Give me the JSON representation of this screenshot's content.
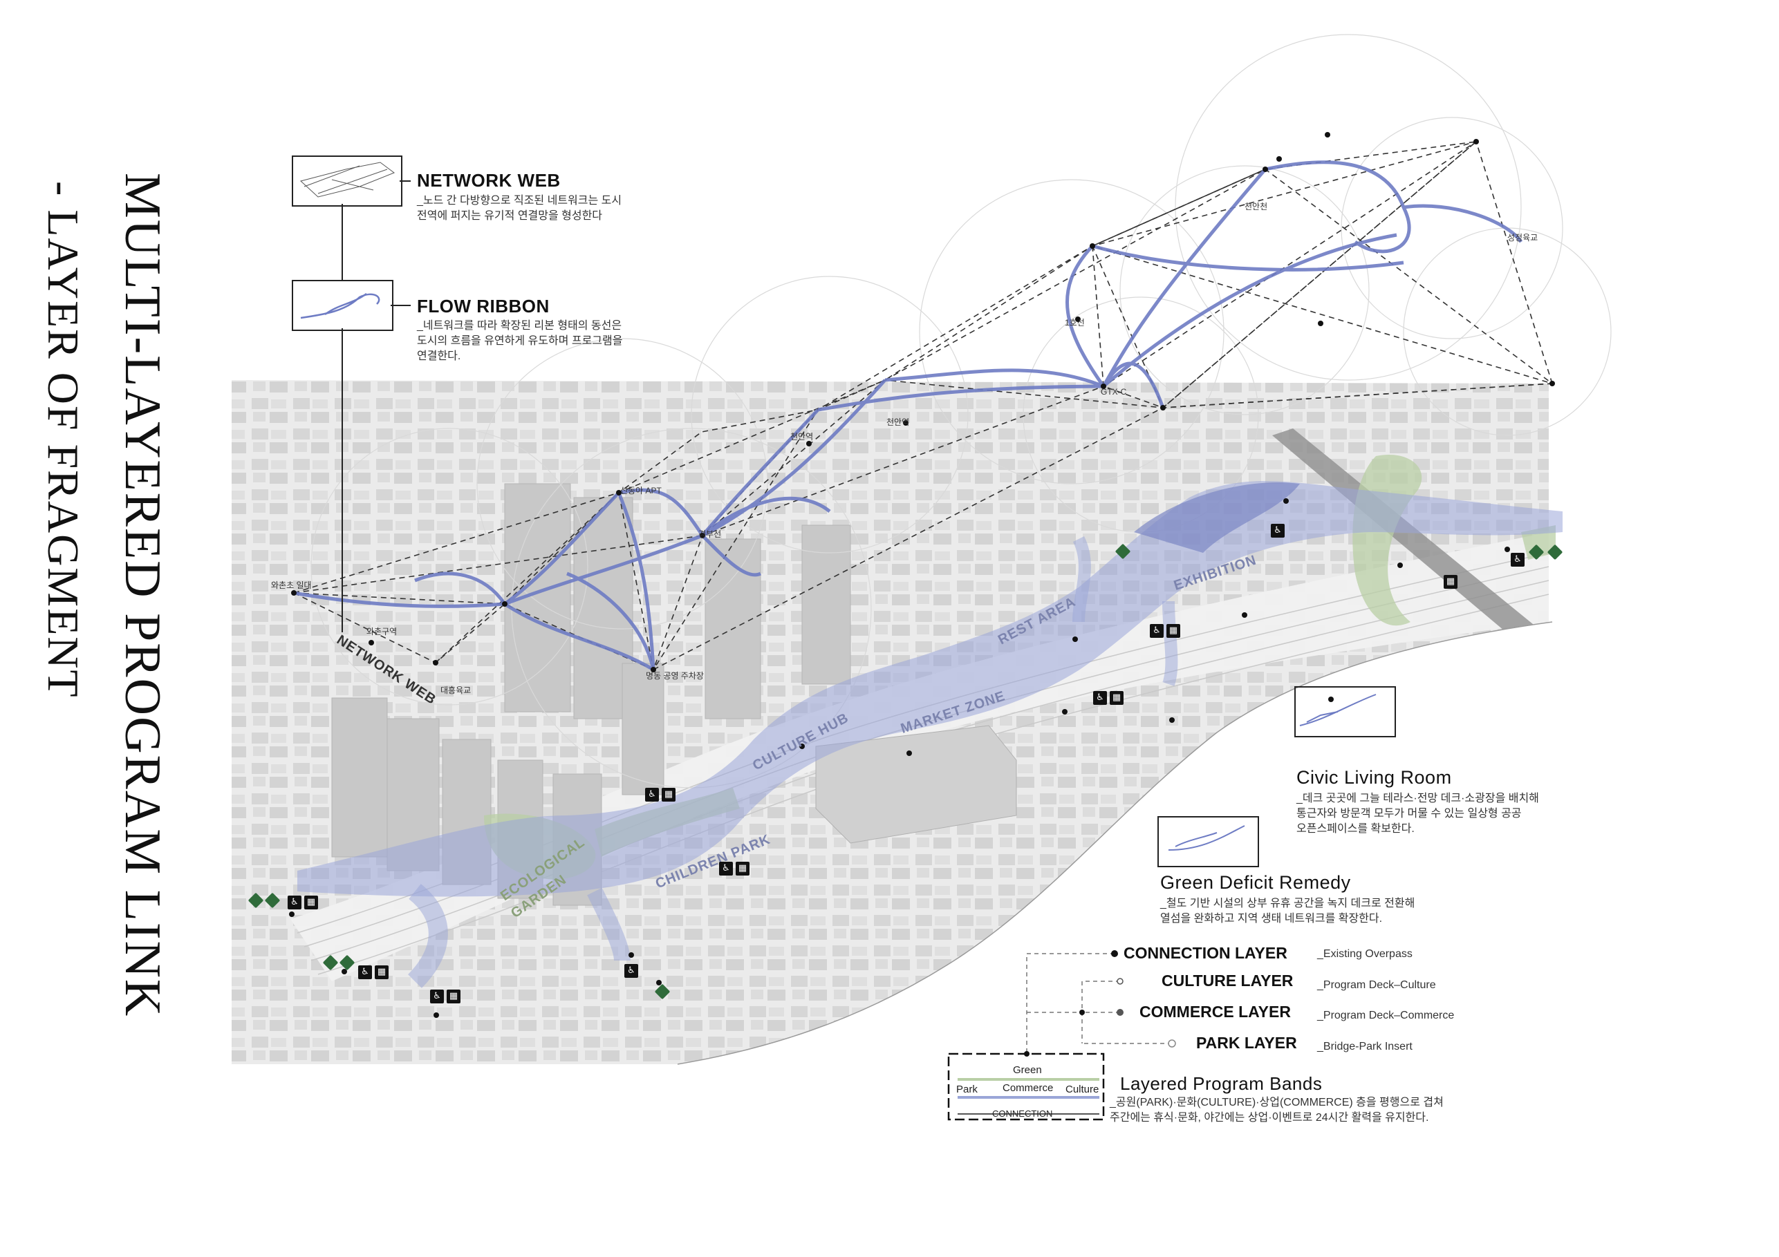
{
  "title": {
    "line1": "MULTI-LAYERED PROGRAM LINK",
    "line2": "- LAYER OF FRAGMENT"
  },
  "annotations": {
    "network_web": {
      "title": "NETWORK WEB",
      "desc1": "_노드 간 다방향으로 직조된 네트워크는 도시",
      "desc2": "전역에 퍼지는 유기적 연결망을 형성한다"
    },
    "flow_ribbon": {
      "title": "FLOW RIBBON",
      "desc1": "_네트워크를 따라 확장된 리본 형태의 동선은",
      "desc2": "도시의 흐름을 유연하게 유도하며 프로그램을",
      "desc3": "연결한다."
    },
    "civic_living_room": {
      "title": "Civic Living Room",
      "desc1": "_데크 곳곳에 그늘 테라스·전망 데크·소광장을 배치해",
      "desc2": "통근자와 방문객 모두가 머물 수 있는 일상형 공공",
      "desc3": "오픈스페이스를 확보한다."
    },
    "green_deficit_remedy": {
      "title": "Green Deficit Remedy",
      "desc1": "_철도 기반 시설의 상부 유휴 공간을 녹지 데크로 전환해",
      "desc2": "열섬을 완화하고 지역 생태 네트워크를 확장한다."
    }
  },
  "nodes": {
    "n1": "천안천",
    "n2": "성정육교",
    "n3": "1호선",
    "n4": "GTX-C",
    "n5": "천안역",
    "n6": "천안역",
    "n7": "신동아 APT",
    "n8": "경부선",
    "n9": "와촌초 일대",
    "n10": "와촌구역",
    "n11": "대흥육교",
    "n12": "명동 공영 주차장"
  },
  "zones": {
    "network_web": "NETWORK WEB",
    "exhibition": "EXHIBITION",
    "rest_area": "REST AREA",
    "market_zone": "MARKET ZONE",
    "culture_hub": "CULTURE HUB",
    "children_park": "CHILDREN PARK",
    "ecological_garden_1": "ECOLOGICAL",
    "ecological_garden_2": "GARDEN"
  },
  "legend": {
    "connection": {
      "name": "CONNECTION LAYER",
      "sub": "_Existing Overpass"
    },
    "culture": {
      "name": "CULTURE LAYER",
      "sub": "_Program Deck–Culture"
    },
    "commerce": {
      "name": "COMMERCE LAYER",
      "sub": "_Program Deck–Commerce"
    },
    "park": {
      "name": "PARK LAYER",
      "sub": "_Bridge-Park Insert"
    },
    "bands": {
      "title": "Layered Program Bands",
      "desc1": "_공원(PARK)·문화(CULTURE)·상업(COMMERCE) 층을 평행으로 겹쳐",
      "desc2": "주간에는 휴식·문화, 야간에는 상업·이벤트로 24시간 활력을 유지한다.",
      "box_green": "Green",
      "box_park": "Park",
      "box_commerce": "Commerce",
      "box_culture": "Culture",
      "box_connection": "CONNECTION"
    }
  },
  "icons": {
    "person": "person-icon",
    "building": "building-icon",
    "park": "park-icon"
  },
  "colors": {
    "ribbon": "#6e7cc4",
    "ribbon_fill": "#9aa6d8",
    "green_deck": "#b7cfa4",
    "city": "#d4d4d4",
    "dark": "#111111"
  }
}
